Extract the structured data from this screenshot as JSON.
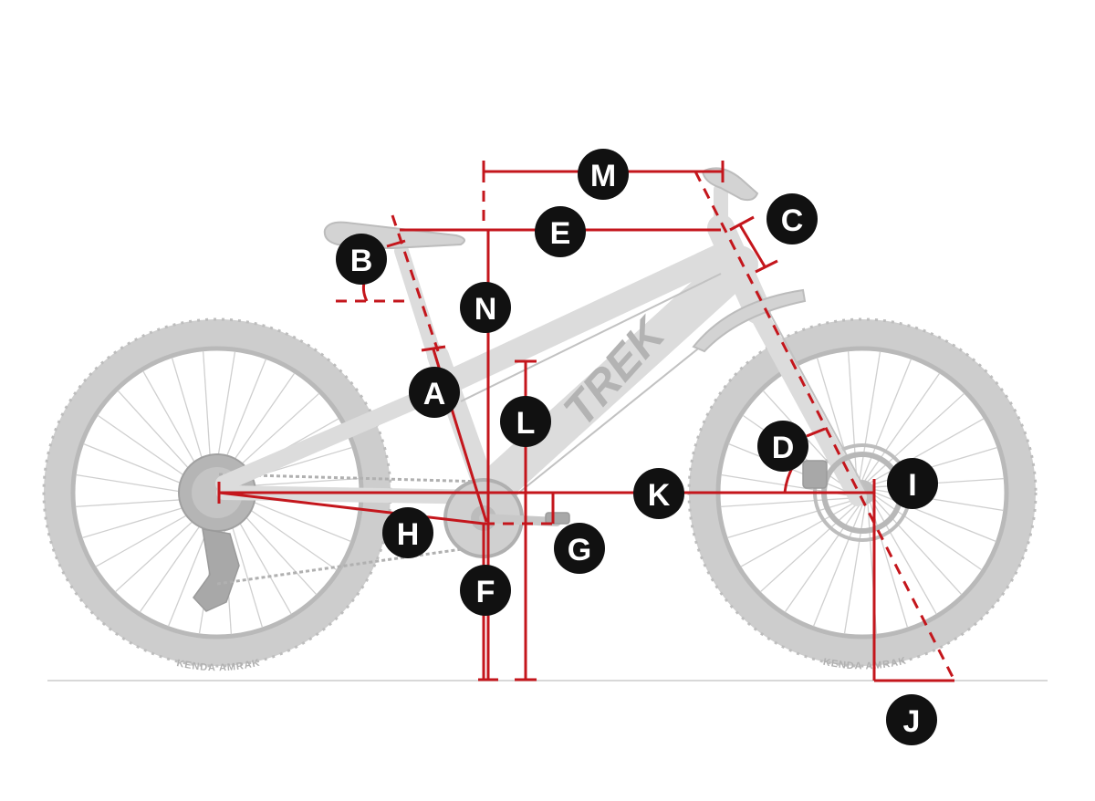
{
  "diagram": {
    "labels": [
      "A",
      "B",
      "C",
      "D",
      "E",
      "F",
      "G",
      "H",
      "I",
      "J",
      "K",
      "L",
      "M",
      "N"
    ],
    "frame_brand": "TREK",
    "tire_text": "KENDA AMRAK"
  },
  "colors": {
    "measurement": "#c4161c",
    "badge": "#111111",
    "badge_text": "#ffffff",
    "bike": "#cccccc",
    "ground": "#cccccc"
  }
}
